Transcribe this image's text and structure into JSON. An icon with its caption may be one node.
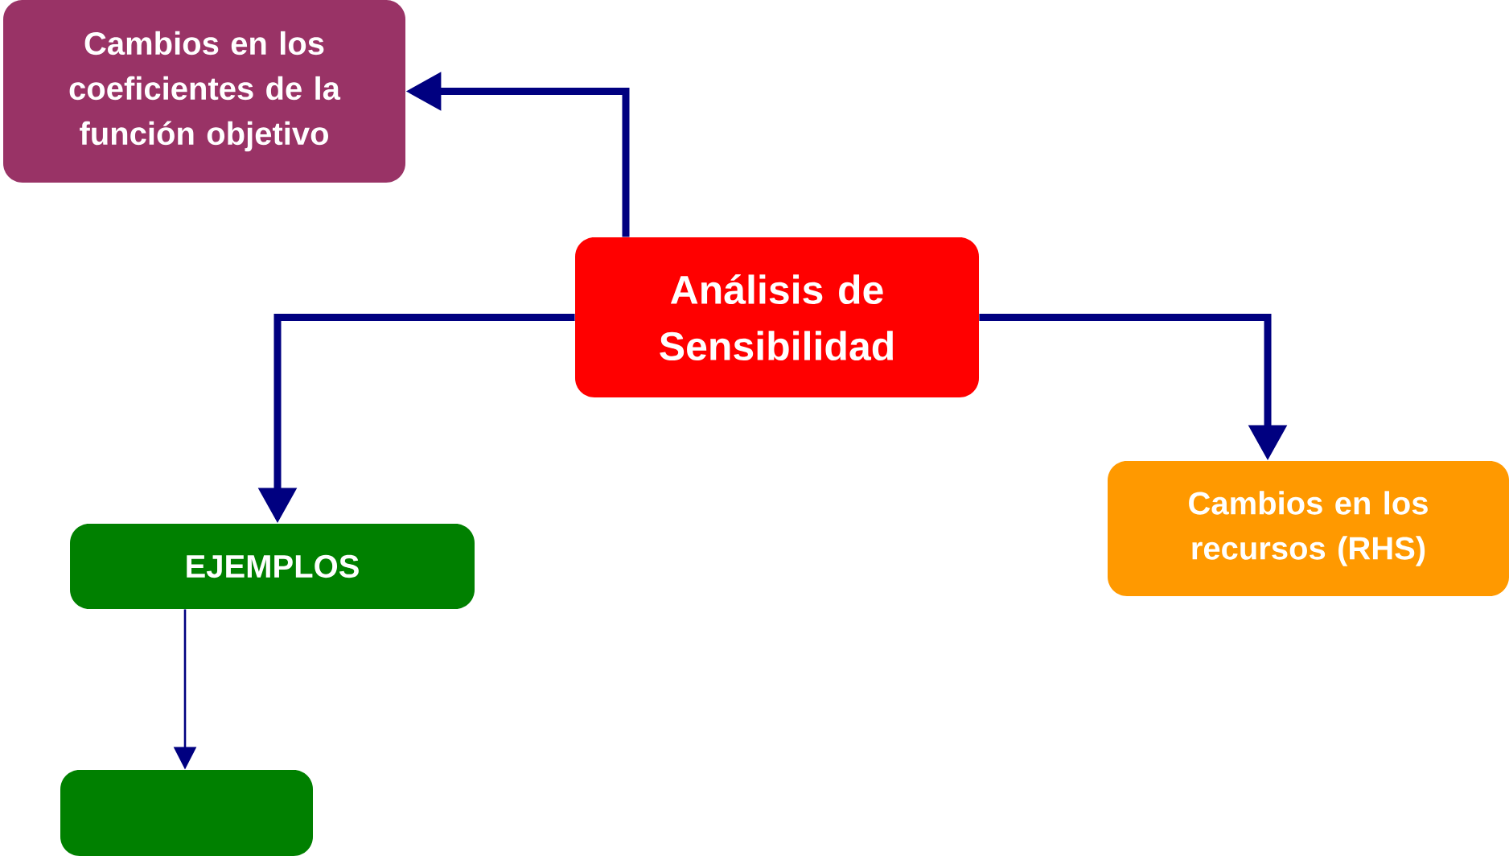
{
  "diagram": {
    "nodes": [
      {
        "text": [
          "Cambios en los coeficientes de la función objetivo"
        ]
      },
      {
        "text": [
          "Análisis de Sensibilidad"
        ]
      },
      {
        "text": [
          "EJEMPLOS"
        ]
      },
      {
        "text": [
          "Cambios en los recursos (RHS)"
        ]
      },
      {
        "text": [],
        "shape": "box"
      }
    ],
    "edges": [
      {
        "from": 1,
        "to": 0,
        "arrow": "to"
      },
      {
        "from": 1,
        "to": 2,
        "arrow": "to"
      },
      {
        "from": 1,
        "to": 3,
        "arrow": "to"
      },
      {
        "from": 2,
        "to": 4,
        "arrow": "to"
      }
    ]
  }
}
